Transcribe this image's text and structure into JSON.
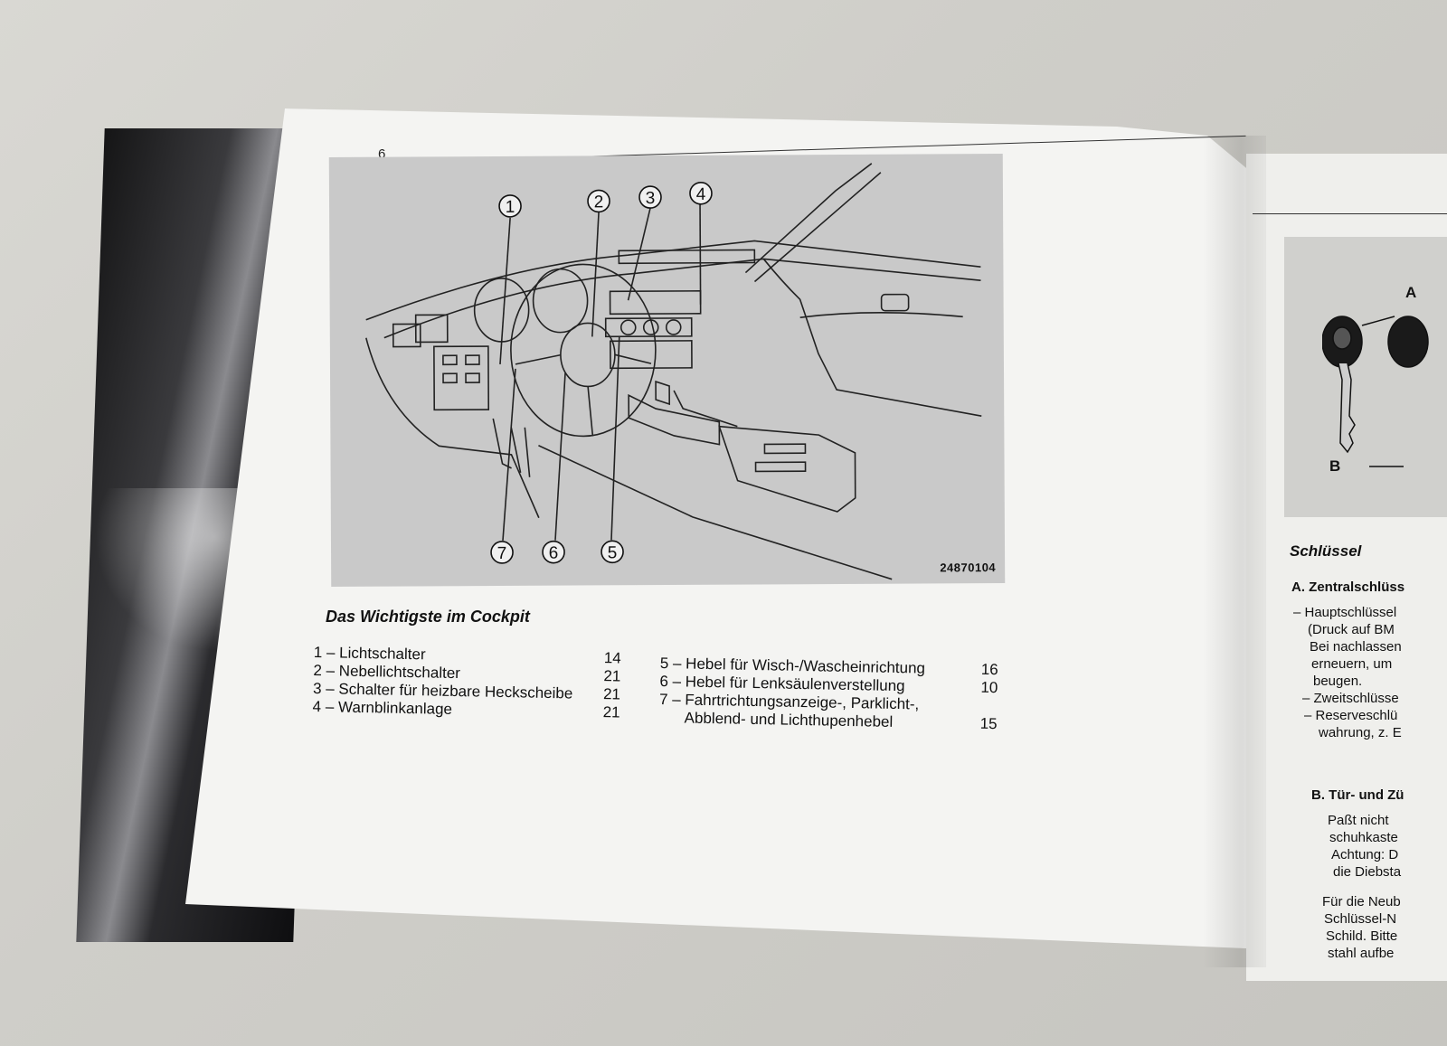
{
  "left_page": {
    "page_number": "6",
    "figure": {
      "callouts": [
        "1",
        "2",
        "3",
        "4",
        "5",
        "6",
        "7"
      ],
      "code": "24870104"
    },
    "title": "Das Wichtigste im Cockpit",
    "items_left": [
      {
        "label": "1 – Lichtschalter",
        "page": "14"
      },
      {
        "label": "2 – Nebellichtschalter",
        "page": "21"
      },
      {
        "label": "3 – Schalter für heizbare Heckscheibe",
        "page": "21"
      },
      {
        "label": "4 – Warnblinkanlage",
        "page": "21"
      }
    ],
    "items_right": [
      {
        "label": "5 – Hebel für Wisch-/Wascheinrichtung",
        "page": "16"
      },
      {
        "label": "6 – Hebel für Lenksäulenverstellung",
        "page": "10"
      },
      {
        "label": "7 – Fahrtrichtungsanzeige-, Parklicht-,",
        "page": ""
      },
      {
        "label": "Abblend- und Lichthupenhebel",
        "page": "15"
      }
    ]
  },
  "right_page": {
    "key_labels": {
      "a": "A",
      "b": "B"
    },
    "title": "Schlüssel",
    "section_a": "A. Zentralschlüss",
    "lines_a": [
      "– Hauptschlüssel",
      "(Druck auf BM",
      "Bei nachlassen",
      "erneuern, um",
      "beugen.",
      "– Zweitschlüsse",
      "– Reserveschlü",
      "wahrung, z. E"
    ],
    "section_b": "B. Tür- und Zü",
    "lines_b": [
      "Paßt nicht",
      "schuhkaste",
      "Achtung: D",
      "die Diebsta"
    ],
    "lines_c": [
      "Für die Neub",
      "Schlüssel-N",
      "Schild. Bitte",
      "stahl aufbe"
    ]
  }
}
